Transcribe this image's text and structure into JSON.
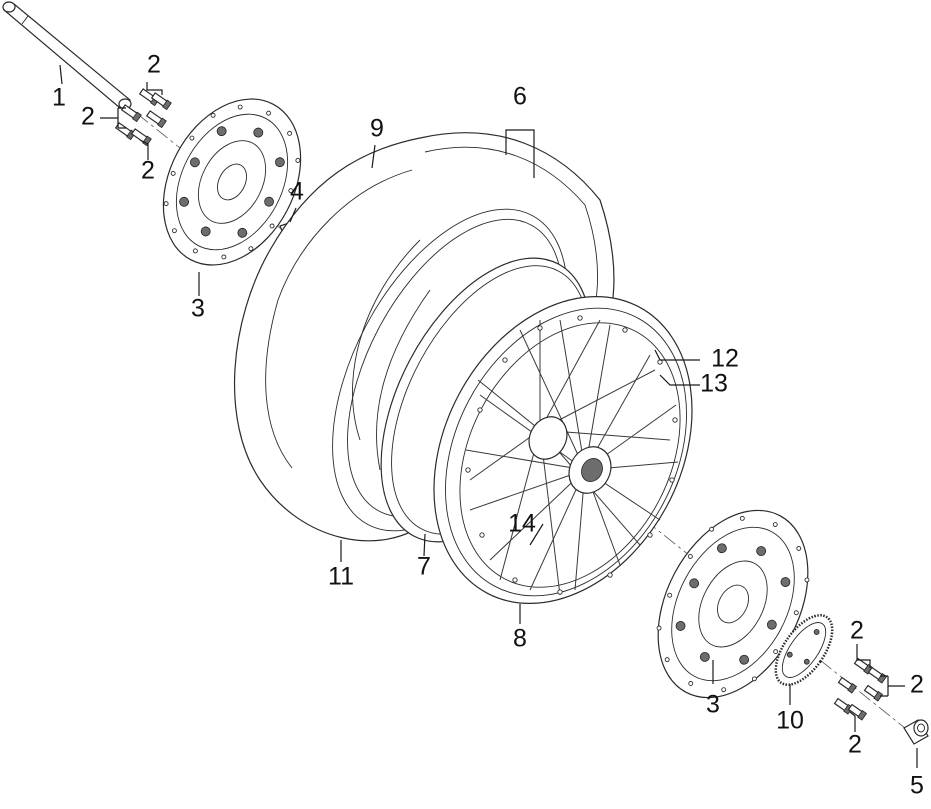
{
  "callouts": {
    "p1": "1",
    "p2_a": "2",
    "p2_b": "2",
    "p2_c": "2",
    "p3_left": "3",
    "p4": "4",
    "p5": "5",
    "p6": "6",
    "p7": "7",
    "p8": "8",
    "p9": "9",
    "p10": "10",
    "p11": "11",
    "p12": "12",
    "p13": "13",
    "p14": "14",
    "p2_d": "2",
    "p2_e": "2",
    "p2_f": "2",
    "p3_right": "3"
  }
}
